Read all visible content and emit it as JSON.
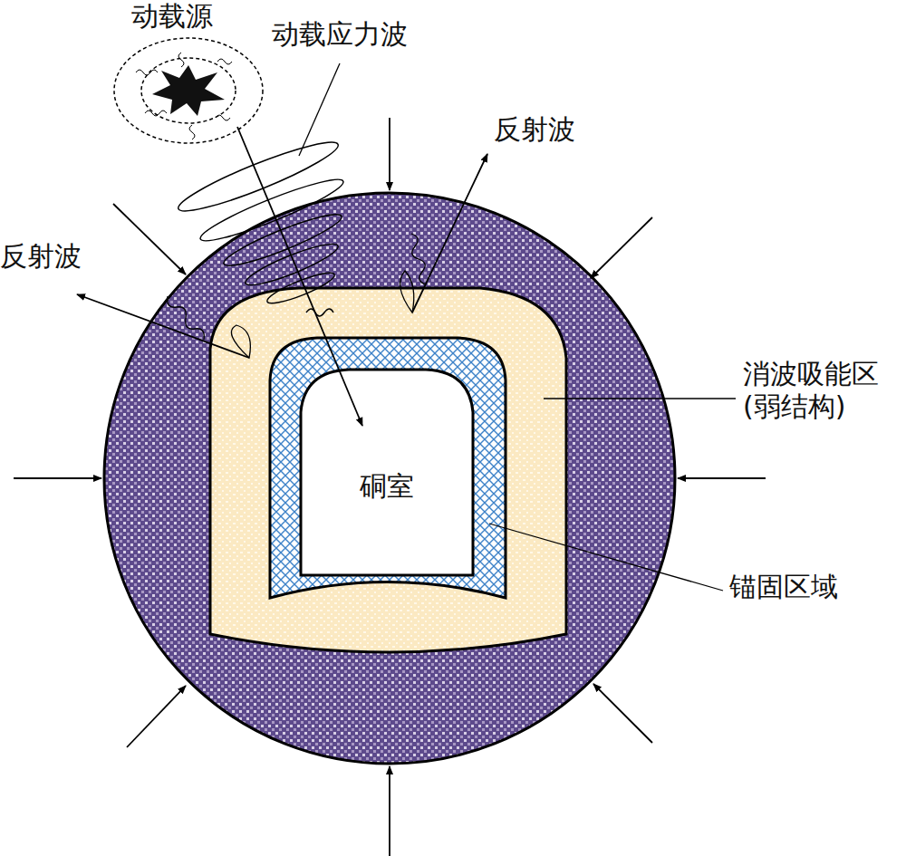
{
  "diagram": {
    "nodes": [
      {
        "text": [
          "硐室"
        ]
      }
    ],
    "labels": [
      "动载源",
      "动载应力波",
      "反射波",
      "反射波",
      "消波吸能区 (弱结构)",
      "锚固区域"
    ]
  }
}
